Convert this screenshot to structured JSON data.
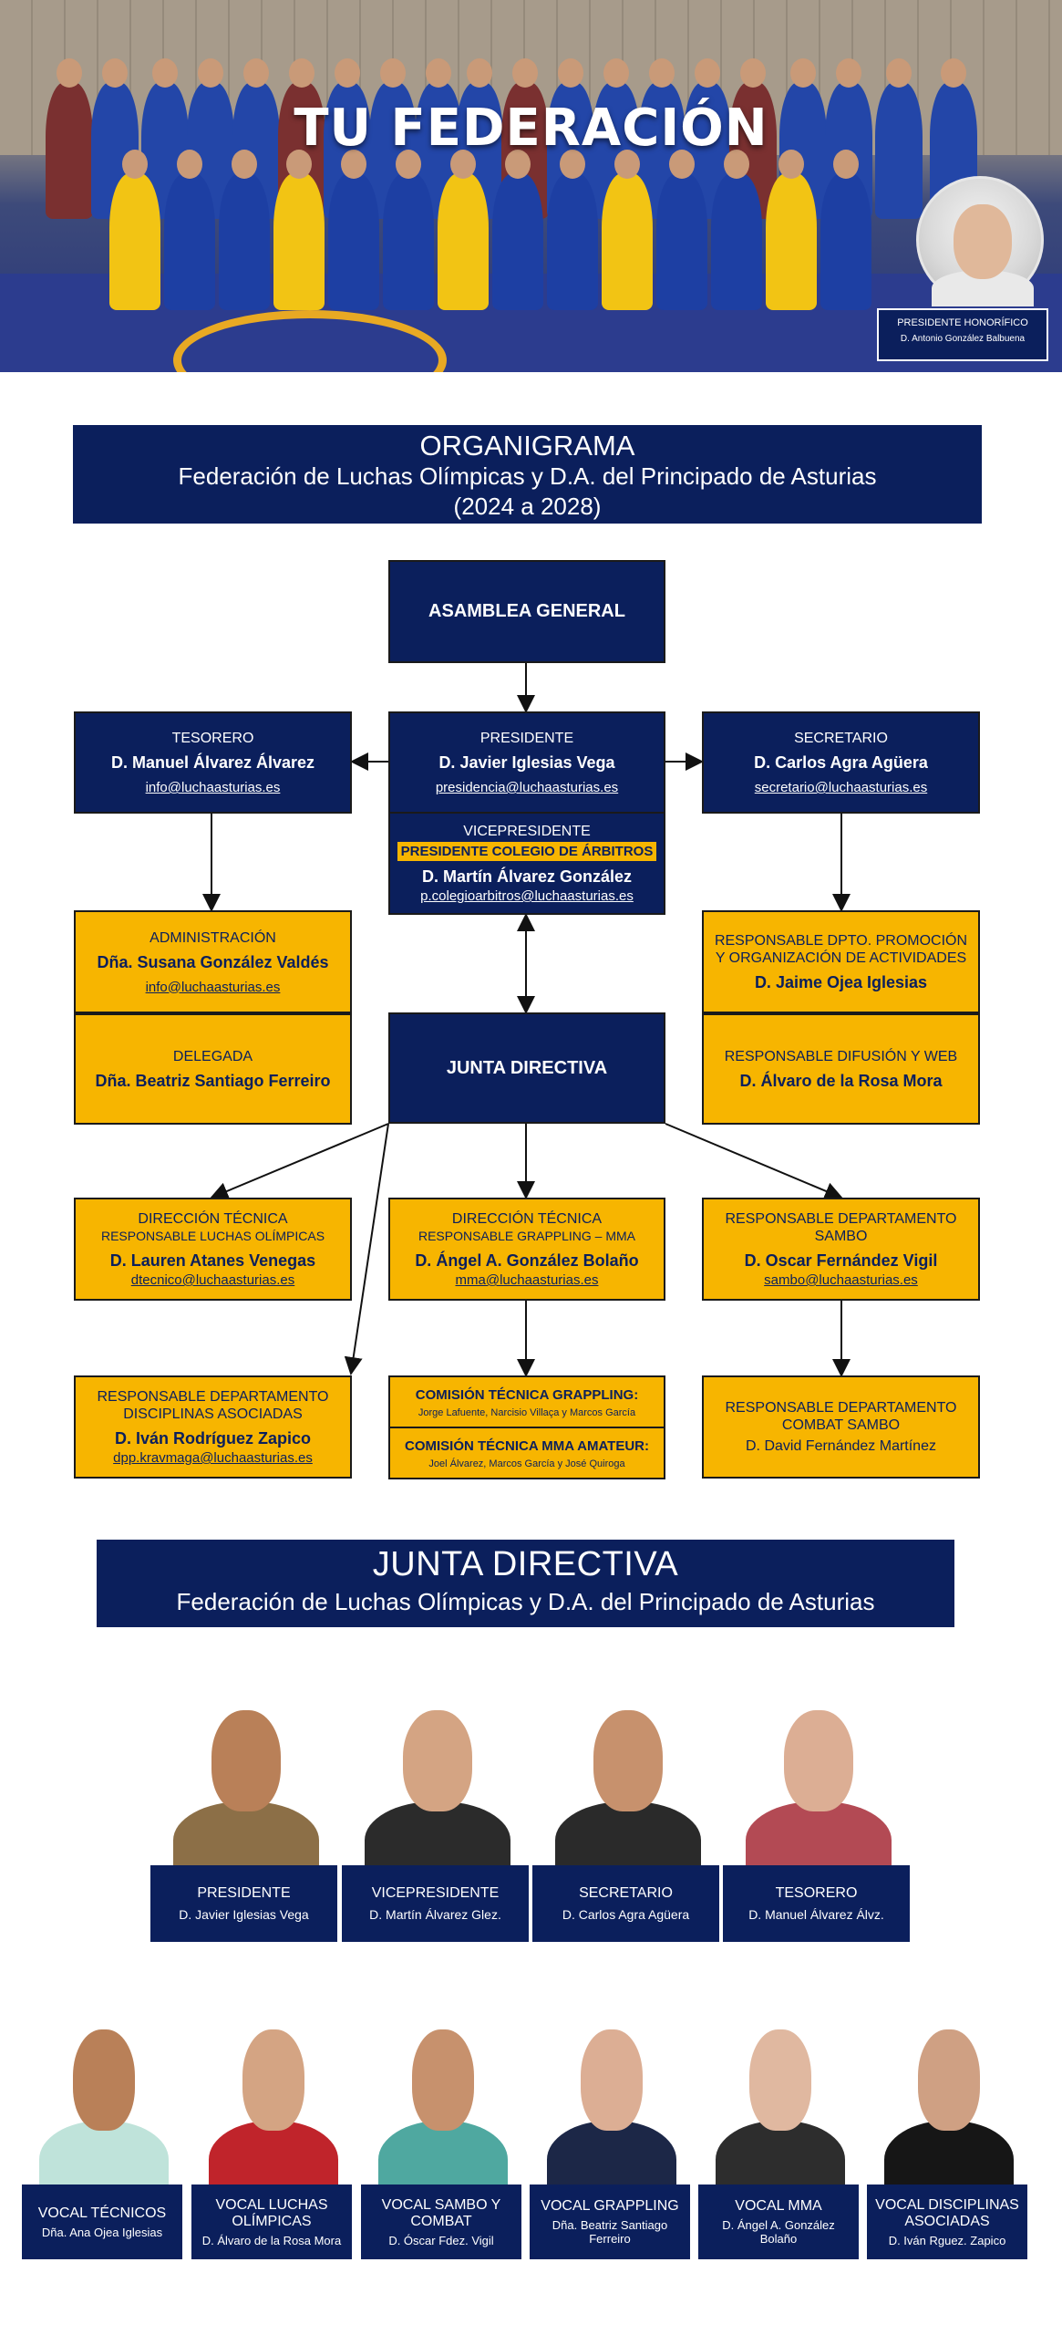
{
  "hero": {
    "title": "TU FEDERACIÓN",
    "honorary": {
      "role": "PRESIDENTE HONORÍFICO",
      "name": "D. Antonio González Balbuena"
    }
  },
  "organigrama": {
    "title": "ORGANIGRAMA",
    "subtitle": "Federación de Luchas Olímpicas y D.A. del Principado de Asturias",
    "period": "(2024 a 2028)",
    "asamblea": "ASAMBLEA GENERAL",
    "presidente": {
      "role": "PRESIDENTE",
      "name": "D. Javier Iglesias Vega",
      "email": "presidencia@luchaasturias.es"
    },
    "vicepresidente": {
      "role": "VICEPRESIDENTE",
      "highlight": "PRESIDENTE COLEGIO DE ÁRBITROS",
      "name": "D. Martín Álvarez González",
      "email": "p.colegioarbitros@luchaasturias.es"
    },
    "tesorero": {
      "role": "TESORERO",
      "name": "D. Manuel Álvarez Álvarez",
      "email": "info@luchaasturias.es"
    },
    "secretario": {
      "role": "SECRETARIO",
      "name": "D. Carlos Agra Agüera",
      "email": "secretario@luchaasturias.es"
    },
    "administracion": {
      "role": "ADMINISTRACIÓN",
      "name": "Dña. Susana González Valdés",
      "email": "info@luchaasturias.es"
    },
    "delegada": {
      "role": "DELEGADA",
      "name": "Dña. Beatriz Santiago Ferreiro"
    },
    "promocion": {
      "role": "RESPONSABLE DPTO. PROMOCIÓN Y ORGANIZACIÓN DE ACTIVIDADES",
      "name": "D. Jaime Ojea Iglesias"
    },
    "difusion": {
      "role": "RESPONSABLE DIFUSIÓN Y WEB",
      "name": "D. Álvaro de la Rosa Mora"
    },
    "junta": "JUNTA DIRECTIVA",
    "dir_luchas": {
      "role": "DIRECCIÓN TÉCNICA",
      "sub": "RESPONSABLE LUCHAS OLÍMPICAS",
      "name": "D. Lauren Atanes Venegas",
      "email": "dtecnico@luchaasturias.es"
    },
    "dir_grappling": {
      "role": "DIRECCIÓN TÉCNICA",
      "sub": "RESPONSABLE GRAPPLING – MMA",
      "name": "D. Ángel A. González Bolaño",
      "email": "mma@luchaasturias.es"
    },
    "sambo": {
      "role": "RESPONSABLE DEPARTAMENTO SAMBO",
      "name": "D. Oscar Fernández Vigil",
      "email": "sambo@luchaasturias.es"
    },
    "disciplinas": {
      "role": "RESPONSABLE DEPARTAMENTO DISCIPLINAS ASOCIADAS",
      "name": "D. Iván Rodríguez Zapico",
      "email": "dpp.kravmaga@luchaasturias.es"
    },
    "com_grappling": {
      "role": "COMISIÓN TÉCNICA GRAPPLING:",
      "names": "Jorge Lafuente, Narcisio Villaça y Marcos García"
    },
    "com_mma": {
      "role": "COMISIÓN TÉCNICA MMA AMATEUR:",
      "names": "Joel Álvarez, Marcos García y José Quiroga"
    },
    "combat_sambo": {
      "role": "RESPONSABLE DEPARTAMENTO COMBAT SAMBO",
      "name": "D. David Fernández Martínez"
    }
  },
  "junta_directiva": {
    "title": "JUNTA DIRECTIVA",
    "subtitle": "Federación de Luchas Olímpicas y D.A. del Principado de Asturias",
    "row1": [
      {
        "role": "PRESIDENTE",
        "name": "D. Javier Iglesias Vega"
      },
      {
        "role": "VICEPRESIDENTE",
        "name": "D. Martín Álvarez Glez."
      },
      {
        "role": "SECRETARIO",
        "name": "D. Carlos Agra Agüera"
      },
      {
        "role": "TESORERO",
        "name": "D. Manuel Álvarez Álvz."
      }
    ],
    "row2": [
      {
        "role": "VOCAL TÉCNICOS",
        "name": "Dña. Ana Ojea Iglesias"
      },
      {
        "role": "VOCAL LUCHAS OLÍMPICAS",
        "name": "D. Álvaro de la Rosa Mora"
      },
      {
        "role": "VOCAL SAMBO Y COMBAT",
        "name": "D. Óscar Fdez. Vigil"
      },
      {
        "role": "VOCAL GRAPPLING",
        "name": "Dña. Beatriz Santiago Ferreiro"
      },
      {
        "role": "VOCAL MMA",
        "name": "D. Ángel A. González Bolaño"
      },
      {
        "role": "VOCAL DISCIPLINAS ASOCIADAS",
        "name": "D. Iván Rguez. Zapico"
      }
    ]
  },
  "colors": {
    "navy": "#0b1f5c",
    "gold": "#f7b500"
  }
}
